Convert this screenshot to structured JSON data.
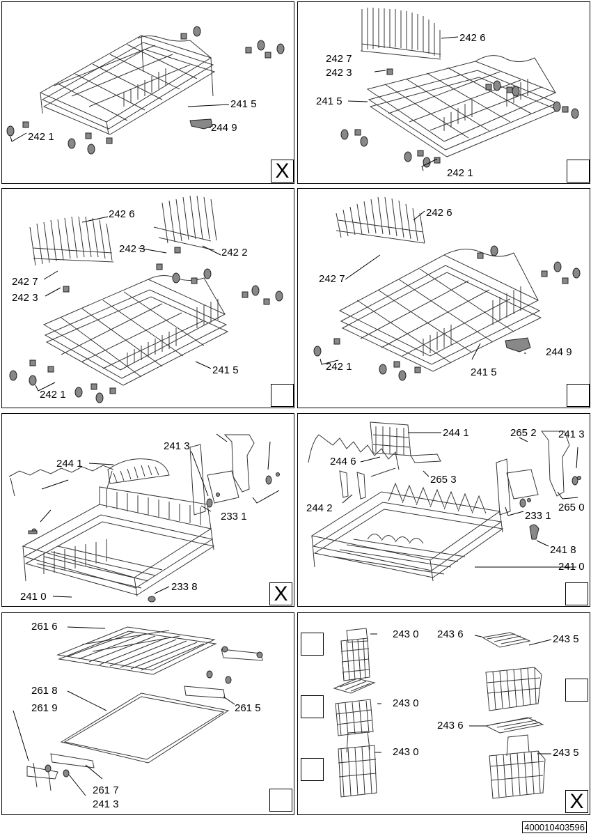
{
  "panels": [
    {
      "labels": [
        "241 5",
        "244 9",
        "242 1"
      ],
      "mark": "X"
    },
    {
      "labels": [
        "242 6",
        "242 7",
        "242 3",
        "241 5",
        "242 1"
      ],
      "mark": ""
    },
    {
      "labels": [
        "242 6",
        "242 3",
        "242 2",
        "242 7",
        "242 3",
        "241 5",
        "242 1"
      ],
      "mark": ""
    },
    {
      "labels": [
        "242 6",
        "242 7",
        "244 9",
        "242 1",
        "241 5"
      ],
      "mark": ""
    },
    {
      "labels": [
        "244 1",
        "241 3",
        "233 1",
        "233 8",
        "241 0"
      ],
      "mark": "X"
    },
    {
      "labels": [
        "244 1",
        "265 2",
        "241 3",
        "244 6",
        "265 3",
        "244 2",
        "233 1",
        "265 0",
        "241 8",
        "241 0"
      ],
      "mark": ""
    },
    {
      "labels": [
        "261 6",
        "261 8",
        "261 5",
        "261 9",
        "261 7",
        "241 3"
      ],
      "mark": ""
    },
    {
      "labels": [
        "243 0",
        "243 6",
        "243 5",
        "243 0",
        "243 6",
        "243 0",
        "243 5"
      ],
      "mark": "X"
    }
  ],
  "document_number": "400010403596"
}
